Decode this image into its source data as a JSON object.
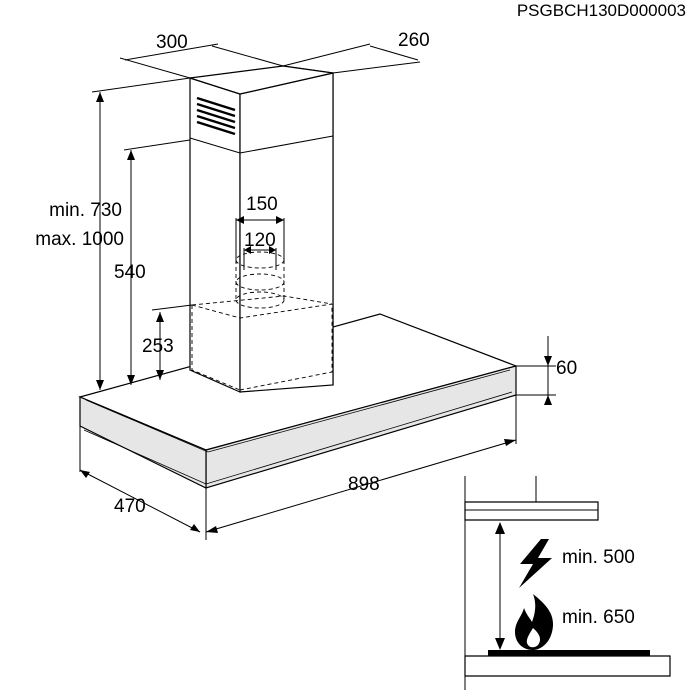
{
  "product_code": "PSGBCH130D000003",
  "dimensions": {
    "chimney_width": "300",
    "chimney_depth": "260",
    "chimney_height_min": "min. 730",
    "chimney_height_max": "max. 1000",
    "inner_chimney_height": "540",
    "outlet_outer_diameter": "150",
    "outlet_inner_diameter": "120",
    "motor_housing_height": "253",
    "canopy_thickness": "60",
    "canopy_depth": "470",
    "canopy_width": "898"
  },
  "clearances": {
    "electric": {
      "label": "min. 500",
      "icon": "lightning-bolt-icon"
    },
    "gas": {
      "label": "min. 650",
      "icon": "flame-icon"
    }
  }
}
